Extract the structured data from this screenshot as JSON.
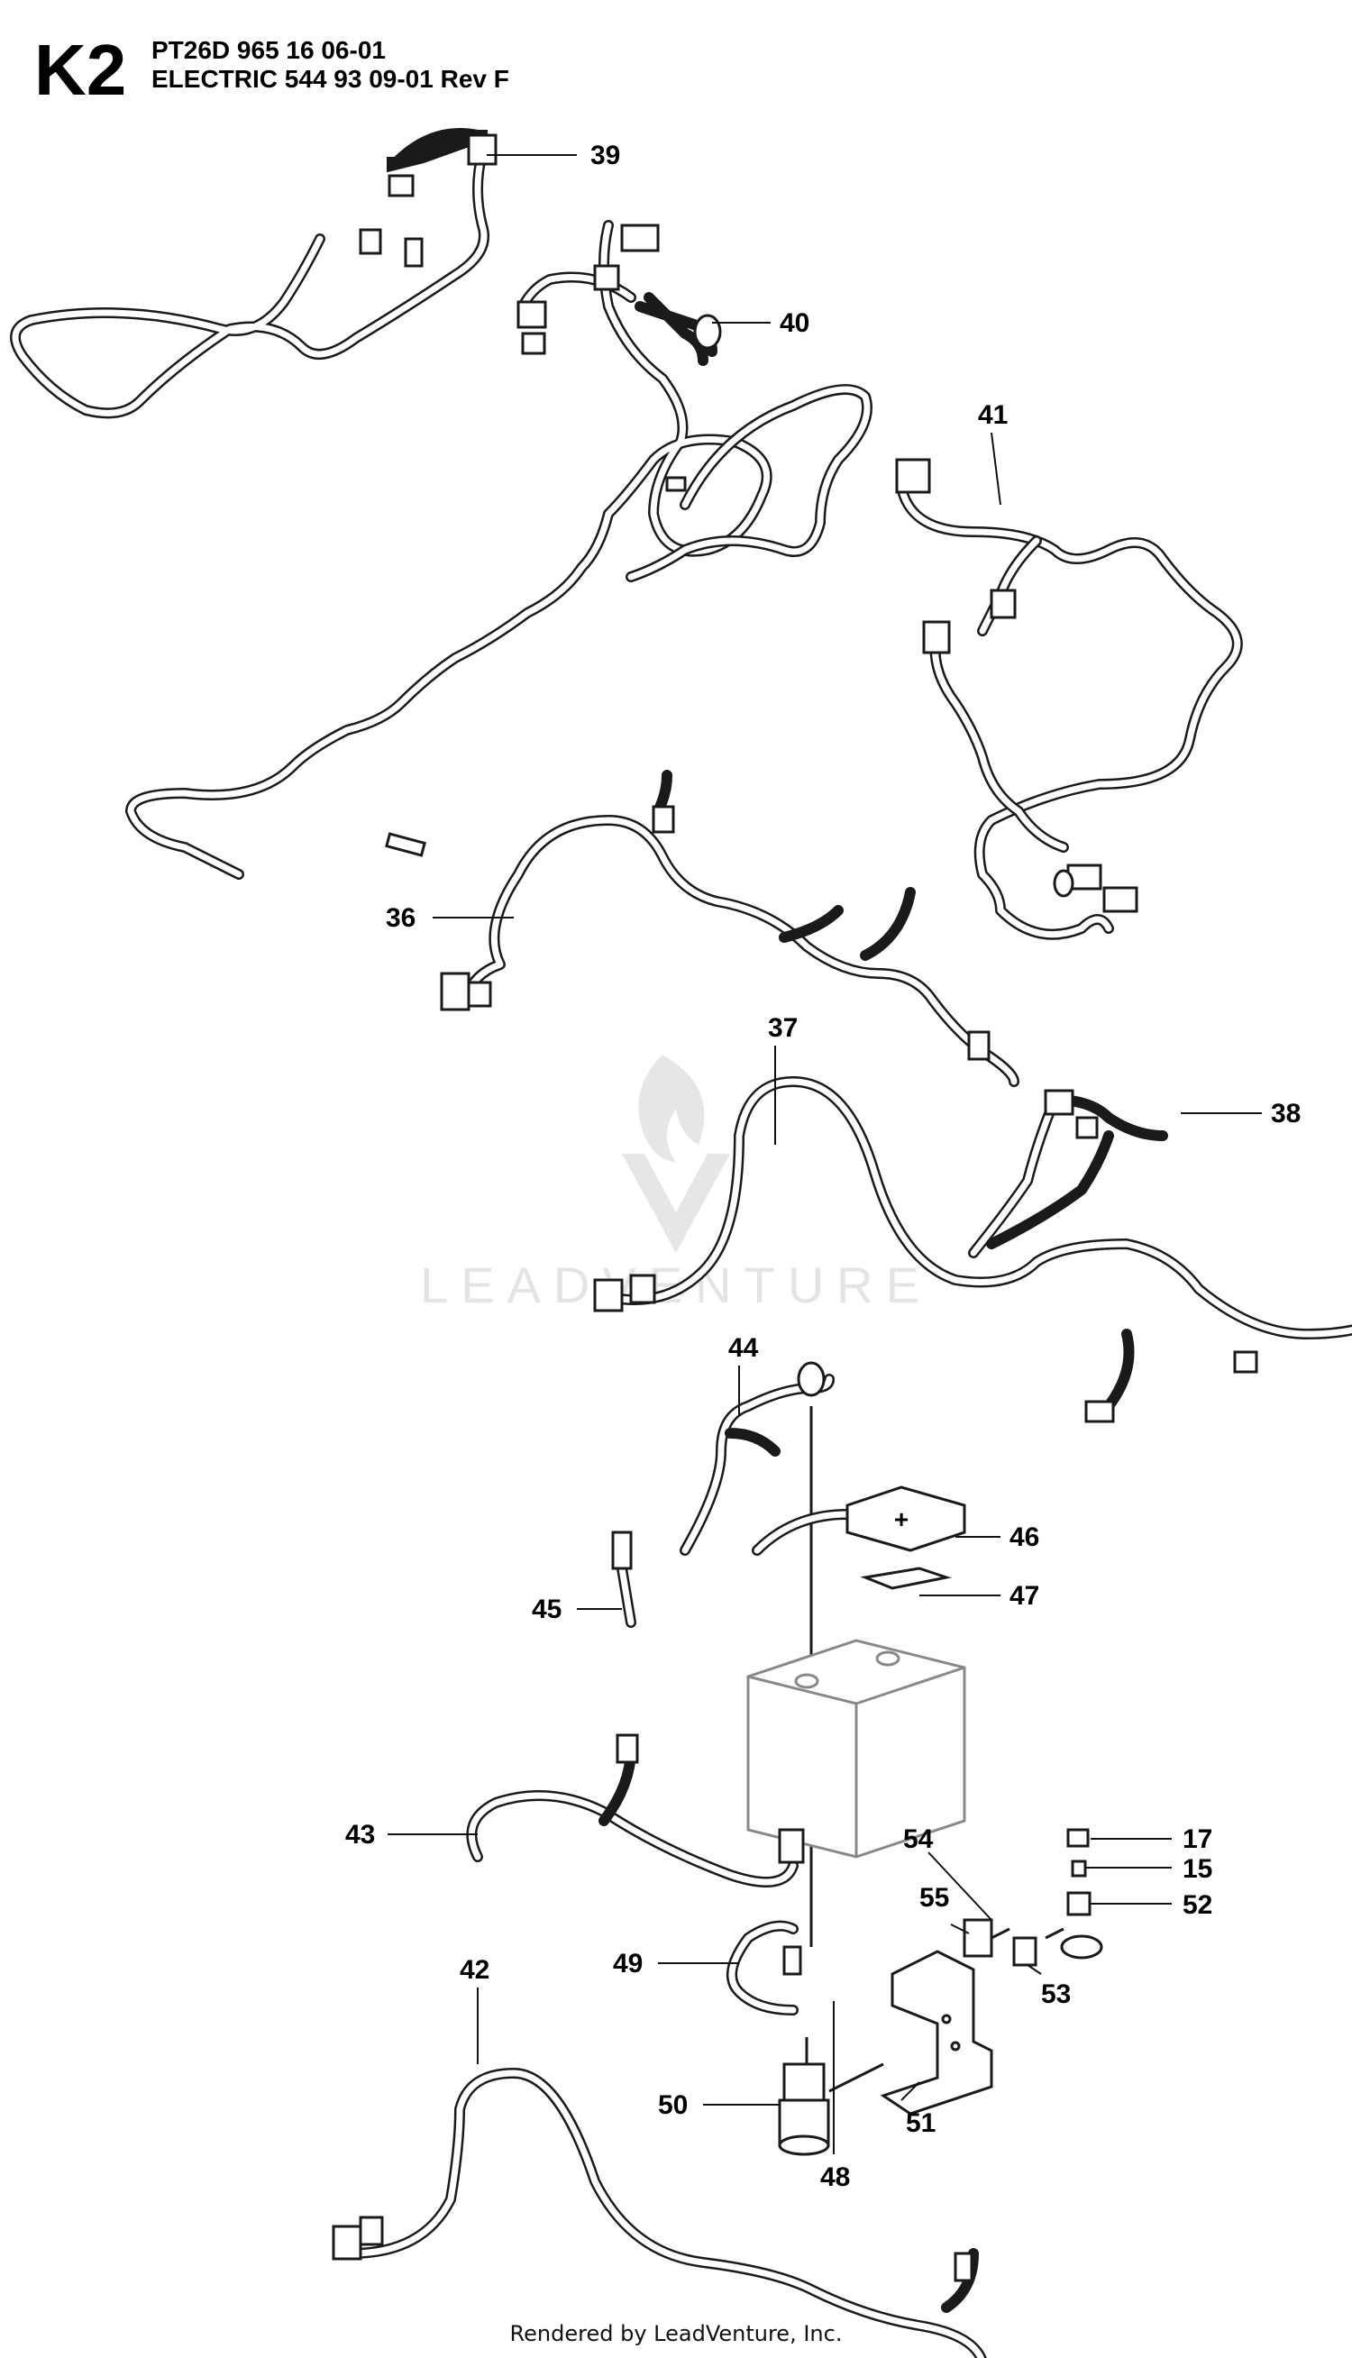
{
  "header": {
    "section_code": "K2",
    "line1": "PT26D 965 16 06-01",
    "line2": "ELECTRIC 544 93 09-01 Rev F"
  },
  "watermark": {
    "text": "LEADVENTURE"
  },
  "footer": {
    "text": "Rendered by LeadVenture, Inc."
  },
  "callouts": {
    "c39": "39",
    "c40": "40",
    "c41": "41",
    "c36": "36",
    "c37": "37",
    "c38": "38",
    "c44": "44",
    "c46": "46",
    "c47": "47",
    "c45": "45",
    "c43": "43",
    "c54": "54",
    "c55": "55",
    "c17": "17",
    "c15": "15",
    "c52": "52",
    "c53": "53",
    "c49": "49",
    "c42": "42",
    "c50": "50",
    "c51": "51",
    "c48": "48"
  },
  "parts": {
    "fuse_holder_symbol": "+"
  }
}
